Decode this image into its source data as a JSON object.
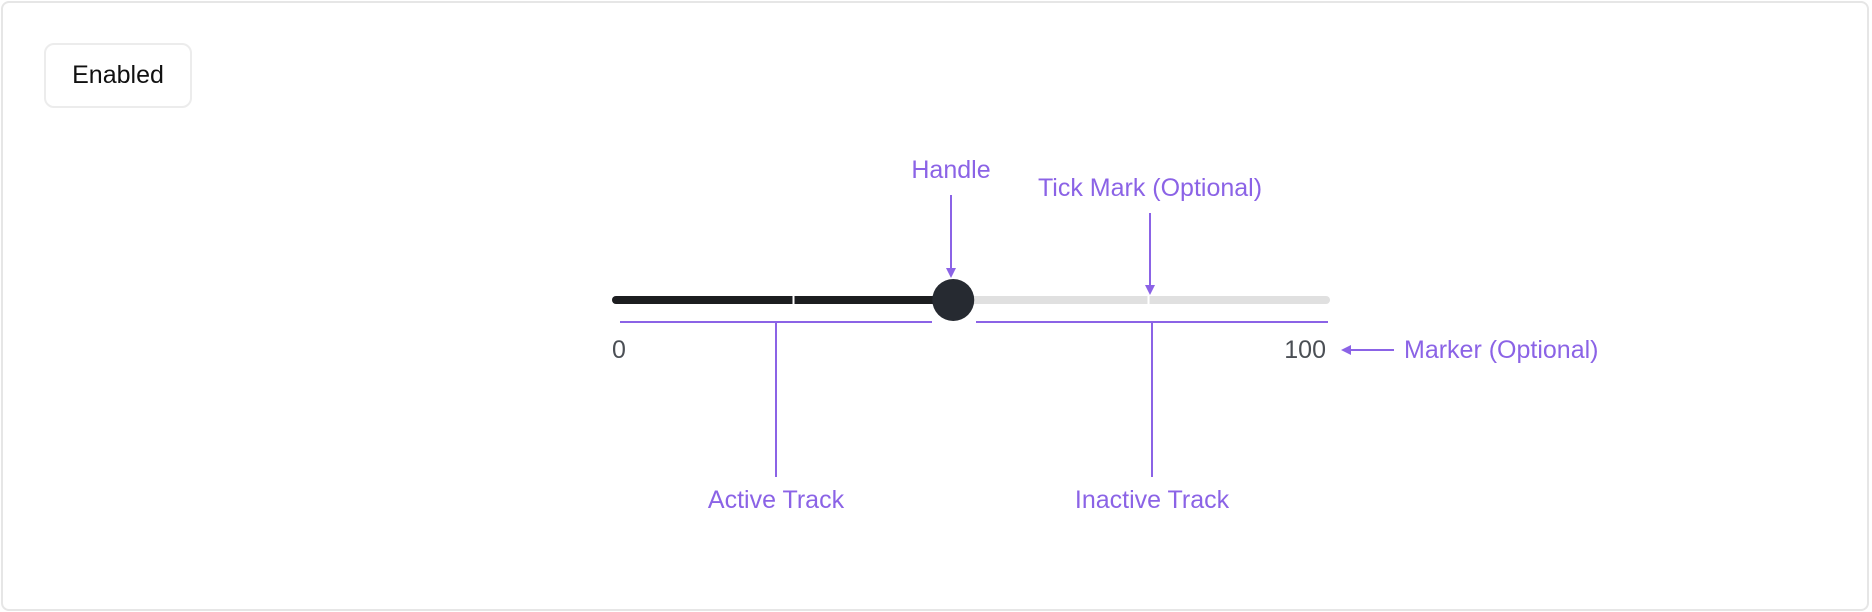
{
  "state_label": "Enabled",
  "slider": {
    "min_label": "0",
    "max_label": "100",
    "min": 0,
    "max": 100,
    "value": 47.5,
    "tick_values": [
      25,
      75
    ]
  },
  "annotations": {
    "handle": "Handle",
    "tick_mark": "Tick Mark (Optional)",
    "marker": "Marker (Optional)",
    "active_track": "Active Track",
    "inactive_track": "Inactive Track"
  },
  "colors": {
    "annotation": "#8b63e6",
    "active_track": "#1c1d20",
    "inactive_track": "#e0e0e0",
    "handle": "#262a31",
    "scale_text": "#4b4f55"
  }
}
